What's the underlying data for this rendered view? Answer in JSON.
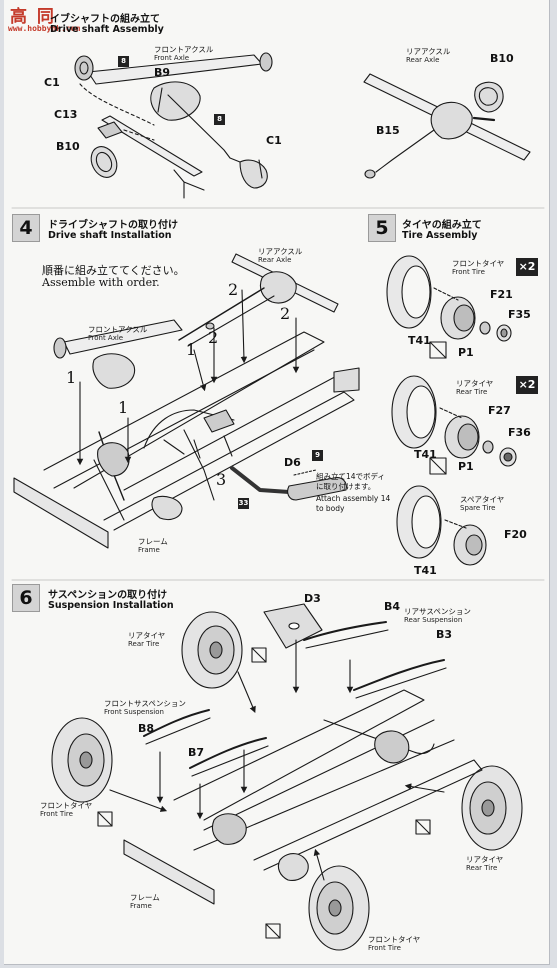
{
  "watermark": {
    "site_cn": "高 同",
    "site_url": "www.hobbyhk.com"
  },
  "sec3": {
    "title_jp": "イブシャフトの組み立て",
    "title_en": "Drive shaft Assembly",
    "front_axle_jp": "フロントアクスル",
    "front_axle_en": "Front Axle",
    "rear_axle_jp": "リアアクスル",
    "rear_axle_en": "Rear Axle",
    "parts": [
      "C1",
      "B9",
      "C13",
      "B10",
      "C1",
      "B10",
      "B15"
    ],
    "tags": [
      "8",
      "8"
    ]
  },
  "sec4": {
    "step": "4",
    "title_jp": "ドライブシャフトの取り付け",
    "title_en": "Drive shaft Installation",
    "order_jp": "順番に組み立ててください。",
    "order_en": "Assemble with order.",
    "rear_axle_jp": "リアアクスル",
    "rear_axle_en": "Rear Axle",
    "front_axle_jp": "フロントアクスル",
    "front_axle_en": "Front Axle",
    "frame_jp": "フレーム",
    "frame_en": "Frame",
    "nums": [
      "1",
      "1",
      "1",
      "2",
      "2",
      "2",
      "3"
    ],
    "part_d6": "D6",
    "tag9": "9",
    "tag33": "33",
    "note_jp1": "組み立て14でボディ",
    "note_jp2": "に取り付けます。",
    "note_en1": "Attach assembly 14",
    "note_en2": "to body"
  },
  "sec5": {
    "step": "5",
    "title_jp": "タイヤの組み立て",
    "title_en": "Tire Assembly",
    "front_tire_jp": "フロントタイヤ",
    "front_tire_en": "Front Tire",
    "rear_tire_jp": "リアタイヤ",
    "rear_tire_en": "Rear Tire",
    "spare_tire_jp": "スペアタイヤ",
    "spare_tire_en": "Spare Tire",
    "mult": "×2",
    "parts": [
      "F21",
      "F35",
      "T41",
      "P1",
      "F27",
      "F36",
      "T41",
      "P1",
      "F20",
      "T41"
    ]
  },
  "sec6": {
    "step": "6",
    "title_jp": "サスペンションの取り付け",
    "title_en": "Suspension Installation",
    "rear_tire_jp": "リアタイヤ",
    "rear_tire_en": "Rear Tire",
    "front_susp_jp": "フロントサスペンション",
    "front_susp_en": "Front Suspension",
    "rear_susp_jp": "リアサスペンション",
    "rear_susp_en": "Rear Suspension",
    "front_tire_jp": "フロントタイヤ",
    "front_tire_en": "Front Tire",
    "frame_jp": "フレーム",
    "frame_en": "Frame",
    "parts": [
      "D3",
      "B4",
      "B3",
      "B8",
      "B7"
    ]
  }
}
